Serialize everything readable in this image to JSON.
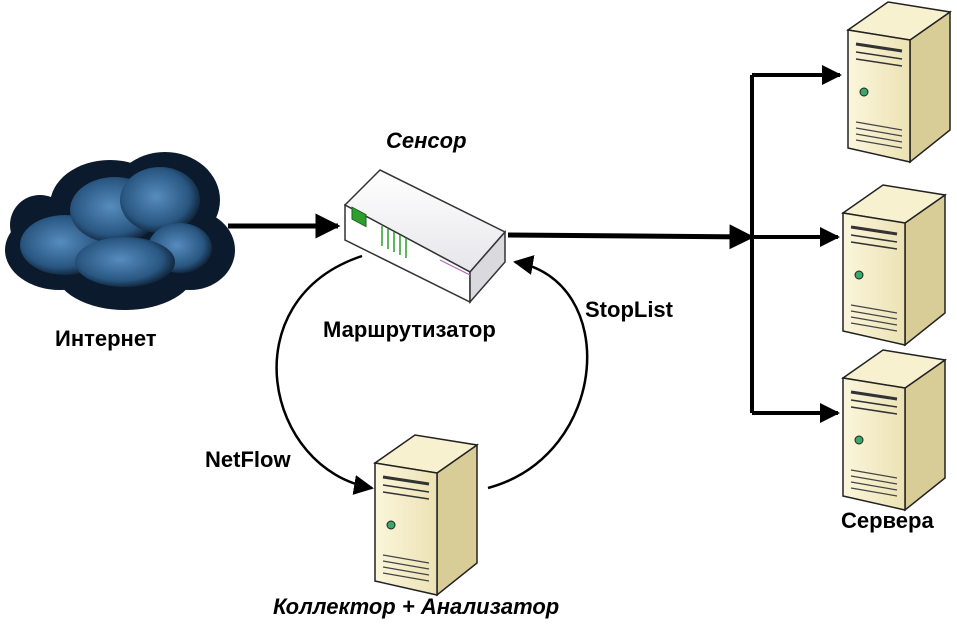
{
  "labels": {
    "sensor": "Сенсор",
    "internet": "Интернет",
    "router": "Маршрутизатор",
    "stoplist": "StopList",
    "netflow": "NetFlow",
    "servers": "Сервера",
    "collector": "Коллектор + Анализатор"
  },
  "colors": {
    "line": "#000000",
    "cloud_dark": "#0b1a2c",
    "cloud_light": "#4a7fb0",
    "server_body": "#f4ecc8",
    "server_side": "#d9cf9c",
    "led": "#3aa86a",
    "router_accent": "#2e9e2e"
  },
  "icons": [
    "cloud-icon",
    "router-icon",
    "server-icon"
  ]
}
